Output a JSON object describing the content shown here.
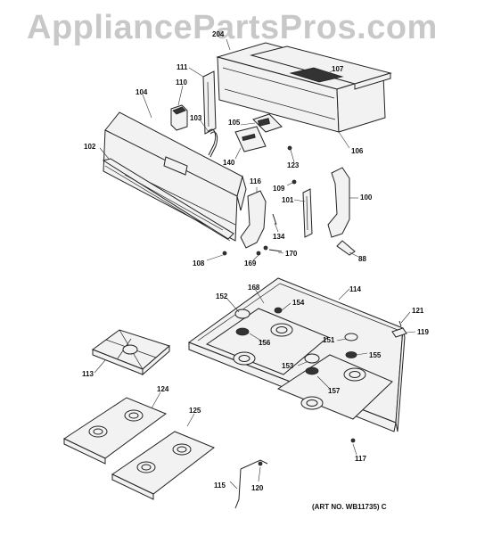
{
  "watermark": "AppliancePartsPros.com",
  "art_number": "(ART NO. WB11735) C",
  "callouts": {
    "c204": "204",
    "c111": "111",
    "c107": "107",
    "c104": "104",
    "c110": "110",
    "c103": "103",
    "c105": "105",
    "c106": "106",
    "c102": "102",
    "c140": "140",
    "c123": "123",
    "c109": "109",
    "c116": "116",
    "c101": "101",
    "c100": "100",
    "c134": "134",
    "c170": "170",
    "c108": "108",
    "c169": "169",
    "c88": "88",
    "c114": "114",
    "c152": "152",
    "c168": "168",
    "c154": "154",
    "c121": "121",
    "c119": "119",
    "c156": "156",
    "c151": "151",
    "c155": "155",
    "c153": "153",
    "c157": "157",
    "c113": "113",
    "c124": "124",
    "c125": "125",
    "c117": "117",
    "c115": "115",
    "c120": "120"
  }
}
